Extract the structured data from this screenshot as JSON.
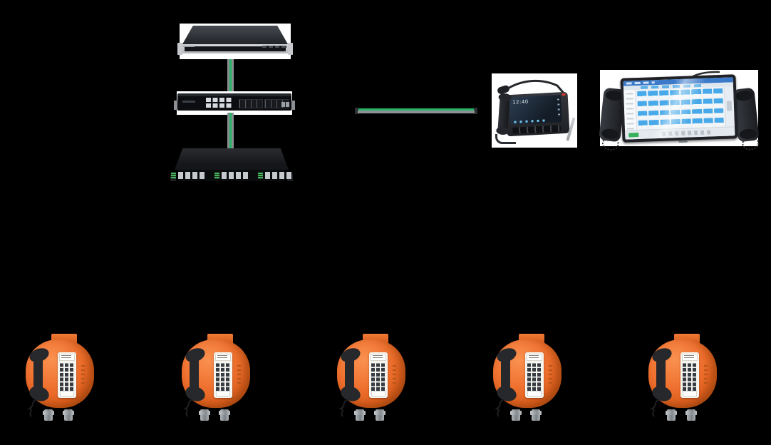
{
  "diagram": {
    "title": "ip-telephony-solution-topology",
    "background": "#000000"
  },
  "colors": {
    "link_green": "#27b468",
    "link_gray": "#8d9094",
    "device_black": "#121418",
    "server_silver": "#c6c8cc",
    "phone_orange": "#ee6f2d",
    "console_button_blue": "#47a9e9",
    "console_titlebar_blue": "#3b79c9",
    "status_led_green": "#49b45e",
    "notification_red": "#e03a2f",
    "photo_background": "#ffffff"
  },
  "devices": {
    "server": {
      "name": "rack-server",
      "units": 1
    },
    "switch": {
      "name": "ethernet-switch",
      "rj45_ports": 8,
      "sfp_slot_groups": 2,
      "uplink_ports": 2
    },
    "gateway": {
      "name": "voip-gateway",
      "port_groups": 3,
      "ports_per_group": 4
    },
    "video_phone": {
      "name": "ip-video-phone",
      "screen_time": "12:40",
      "has_gooseneck_mic": true,
      "function_keys": 6
    },
    "dispatch_console": {
      "name": "touchscreen-dispatch-console",
      "grid_rows": 4,
      "grid_cols": 8,
      "handsets": 2
    },
    "industrial_phone": {
      "name": "industrial-weatherproof-telephone",
      "count": 5,
      "keypad_rows": 6,
      "keypad_cols": 3,
      "cable_glands": 2
    }
  },
  "connections": [
    {
      "from": "rack-server",
      "to": "ethernet-switch",
      "style": "green-cable"
    },
    {
      "from": "ethernet-switch",
      "to": "voip-gateway",
      "style": "green-cable"
    },
    {
      "from": "ethernet-switch",
      "to": "dispatch-terminals",
      "style": "green-cable"
    }
  ]
}
